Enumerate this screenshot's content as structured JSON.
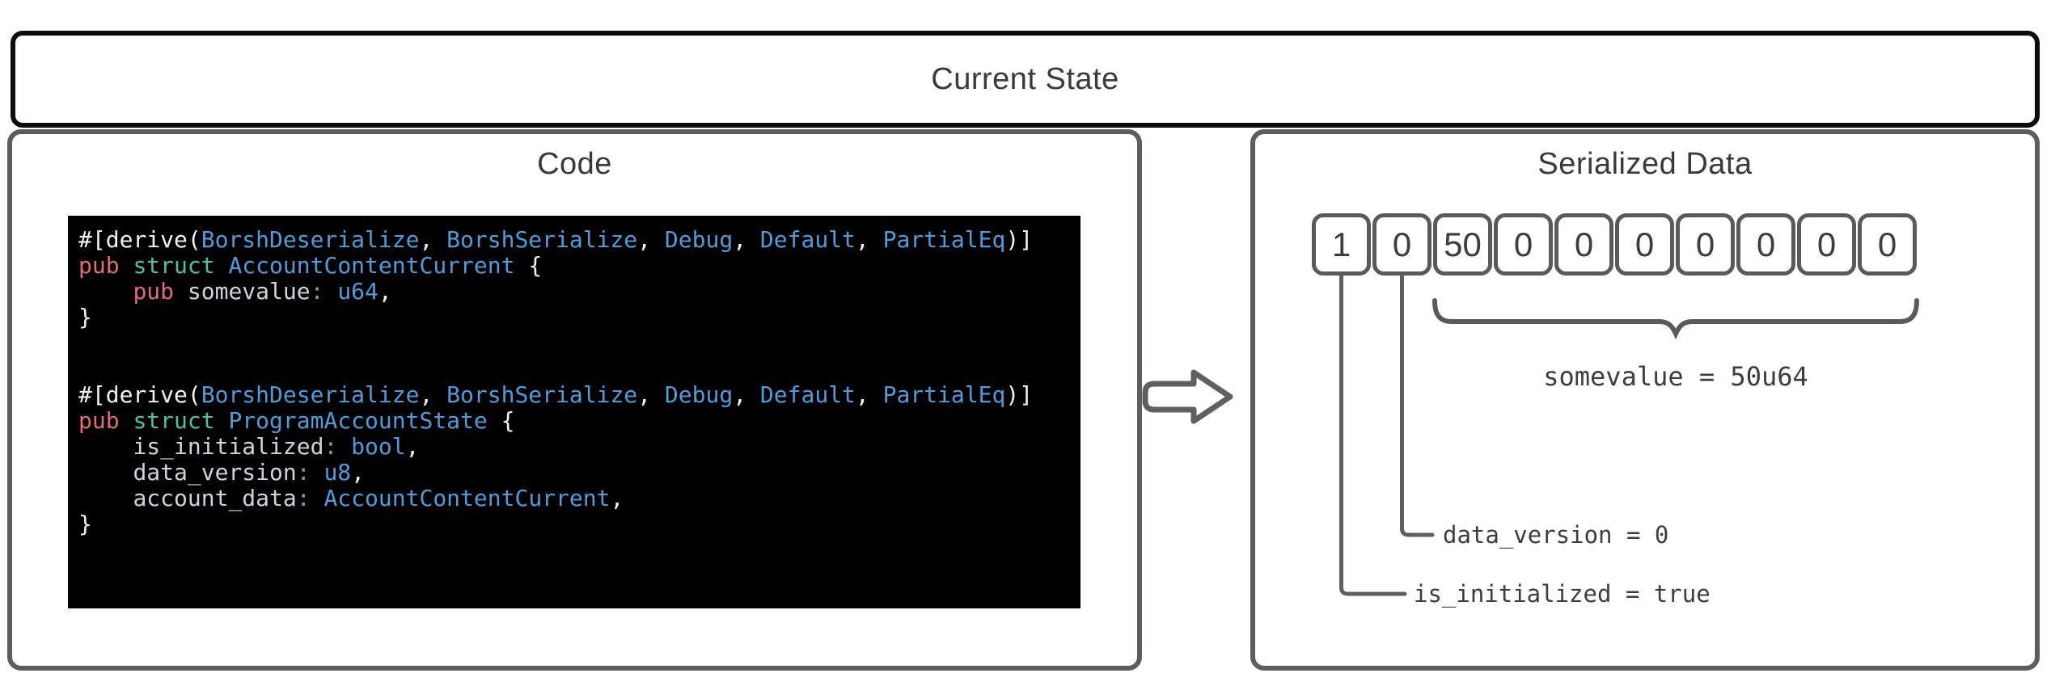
{
  "header": {
    "title": "Current State"
  },
  "code_panel": {
    "title": "Code",
    "lines": [
      [
        [
          "w",
          "#[derive("
        ],
        [
          "b",
          "BorshDeserialize"
        ],
        [
          "w",
          ", "
        ],
        [
          "b",
          "BorshSerialize"
        ],
        [
          "w",
          ", "
        ],
        [
          "b",
          "Debug"
        ],
        [
          "w",
          ", "
        ],
        [
          "b",
          "Default"
        ],
        [
          "w",
          ", "
        ],
        [
          "b",
          "PartialEq"
        ],
        [
          "w",
          ")]"
        ]
      ],
      [
        [
          "r",
          "pub"
        ],
        [
          "w",
          " "
        ],
        [
          "t",
          "struct"
        ],
        [
          "w",
          " "
        ],
        [
          "b",
          "AccountContentCurrent"
        ],
        [
          "w",
          " {"
        ]
      ],
      [
        [
          "w",
          "    "
        ],
        [
          "r",
          "pub"
        ],
        [
          "w",
          " "
        ],
        [
          "f",
          "somevalue"
        ],
        [
          "g",
          ":"
        ],
        [
          "w",
          " "
        ],
        [
          "b",
          "u64"
        ],
        [
          "w",
          ","
        ]
      ],
      [
        [
          "w",
          "}"
        ]
      ],
      [],
      [],
      [
        [
          "w",
          "#[derive("
        ],
        [
          "b",
          "BorshDeserialize"
        ],
        [
          "w",
          ", "
        ],
        [
          "b",
          "BorshSerialize"
        ],
        [
          "w",
          ", "
        ],
        [
          "b",
          "Debug"
        ],
        [
          "w",
          ", "
        ],
        [
          "b",
          "Default"
        ],
        [
          "w",
          ", "
        ],
        [
          "b",
          "PartialEq"
        ],
        [
          "w",
          ")]"
        ]
      ],
      [
        [
          "r",
          "pub"
        ],
        [
          "w",
          " "
        ],
        [
          "t",
          "struct"
        ],
        [
          "w",
          " "
        ],
        [
          "b",
          "ProgramAccountState"
        ],
        [
          "w",
          " {"
        ]
      ],
      [
        [
          "w",
          "    "
        ],
        [
          "f",
          "is_initialized"
        ],
        [
          "g",
          ":"
        ],
        [
          "w",
          " "
        ],
        [
          "b",
          "bool"
        ],
        [
          "w",
          ","
        ]
      ],
      [
        [
          "w",
          "    "
        ],
        [
          "f",
          "data_version"
        ],
        [
          "g",
          ":"
        ],
        [
          "w",
          " "
        ],
        [
          "b",
          "u8"
        ],
        [
          "w",
          ","
        ]
      ],
      [
        [
          "w",
          "    "
        ],
        [
          "f",
          "account_data"
        ],
        [
          "g",
          ":"
        ],
        [
          "w",
          " "
        ],
        [
          "b",
          "AccountContentCurrent"
        ],
        [
          "w",
          ","
        ]
      ],
      [
        [
          "w",
          "}"
        ]
      ]
    ]
  },
  "serialized_panel": {
    "title": "Serialized Data",
    "bytes": [
      "1",
      "0",
      "50",
      "0",
      "0",
      "0",
      "0",
      "0",
      "0",
      "0"
    ],
    "annotations": {
      "somevalue": "somevalue = 50u64",
      "data_version": "data_version = 0",
      "is_initialized": "is_initialized = true"
    }
  },
  "colors": {
    "banner_border": "#0d0d0d",
    "panel_border": "#5d5d5d",
    "title_text": "#3a3a3a",
    "code_background": "#000000",
    "code_white": "#f1f1f1",
    "code_blue": "#4f9cd9",
    "code_salmon": "#e06c75",
    "code_teal": "#4ec0a5",
    "code_field_gray": "#ced4dc",
    "code_colon_gray": "#8f959d",
    "cell_border": "#5a5a5a",
    "annotation_line": "#5f5f5f",
    "annotation_text": "#3d3d3d"
  }
}
